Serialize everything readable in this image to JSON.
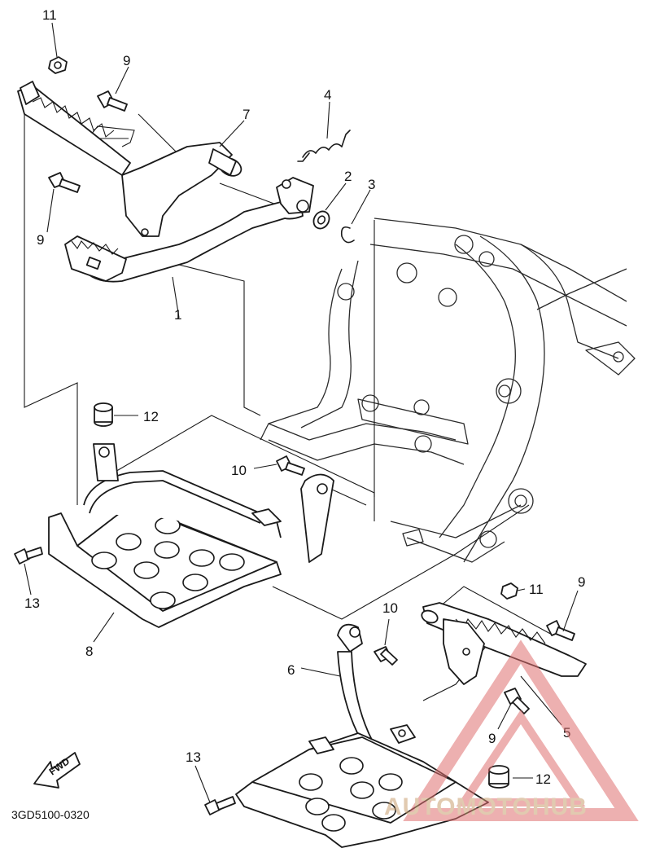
{
  "callouts": [
    {
      "id": "c11a",
      "label": "11"
    },
    {
      "id": "c9a",
      "label": "9"
    },
    {
      "id": "c4",
      "label": "4"
    },
    {
      "id": "c7",
      "label": "7"
    },
    {
      "id": "c2",
      "label": "2"
    },
    {
      "id": "c3",
      "label": "3"
    },
    {
      "id": "c9b",
      "label": "9"
    },
    {
      "id": "c1",
      "label": "1"
    },
    {
      "id": "c12a",
      "label": "12"
    },
    {
      "id": "c10a",
      "label": "10"
    },
    {
      "id": "c13a",
      "label": "13"
    },
    {
      "id": "c8",
      "label": "8"
    },
    {
      "id": "c11b",
      "label": "11"
    },
    {
      "id": "c9c",
      "label": "9"
    },
    {
      "id": "c10b",
      "label": "10"
    },
    {
      "id": "c6",
      "label": "6"
    },
    {
      "id": "c9d",
      "label": "9"
    },
    {
      "id": "c5",
      "label": "5"
    },
    {
      "id": "c13b",
      "label": "13"
    },
    {
      "id": "c12b",
      "label": "12"
    }
  ],
  "diagram_code": "3GD5100-0320",
  "fwd_label": "FWD",
  "watermark": {
    "text": "AUTOMOTOHUB",
    "color_accent": "#e8a6a6",
    "color_dark": "#b9b9b9"
  },
  "colors": {
    "ink": "#1a1a1a",
    "background": "#ffffff",
    "watermark_red": "#e07070"
  }
}
